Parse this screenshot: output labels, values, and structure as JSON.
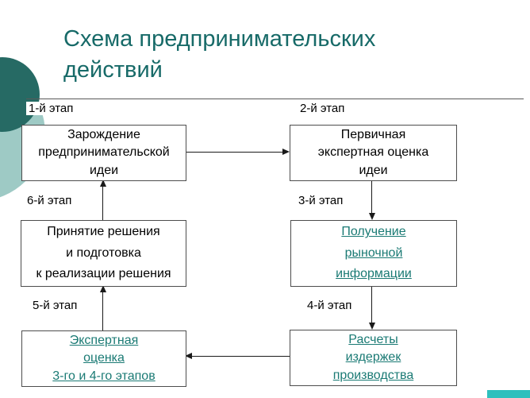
{
  "title": {
    "lines": [
      "Схема предпринимательских",
      "действий"
    ]
  },
  "stage_labels": [
    "1-й этап",
    "2-й этап",
    "3-й этап",
    "4-й этап",
    "5-й этап",
    "6-й этап"
  ],
  "boxes": {
    "idea_origin": {
      "lines": [
        "Зарождение",
        "предпринимательской",
        "идеи"
      ]
    },
    "expert_evaluation": {
      "lines": [
        "Первичная",
        "экспертная оценка",
        "идеи"
      ]
    },
    "market_info": {
      "lines": [
        "Получение",
        "рыночной",
        "информации"
      ]
    },
    "cost_calculation": {
      "lines": [
        "Расчеты",
        "издержек",
        "производства"
      ]
    },
    "stage_assessment": {
      "lines": [
        "Экспертная",
        "оценка",
        "3-го и 4-го этапов"
      ]
    },
    "decision_making": {
      "lines": [
        "Принятие решения",
        "и подготовка",
        "к реализации решения"
      ]
    }
  },
  "colors": {
    "title_text": "#176a68",
    "hyperlink_text": "#1a7a74",
    "decor_circle_dark": "#266a64",
    "decor_circle_light": "#9ecac5",
    "accent_bar": "#2ec0bd",
    "box_border": "#4d4d4d",
    "arrow": "#1a1a1a"
  }
}
